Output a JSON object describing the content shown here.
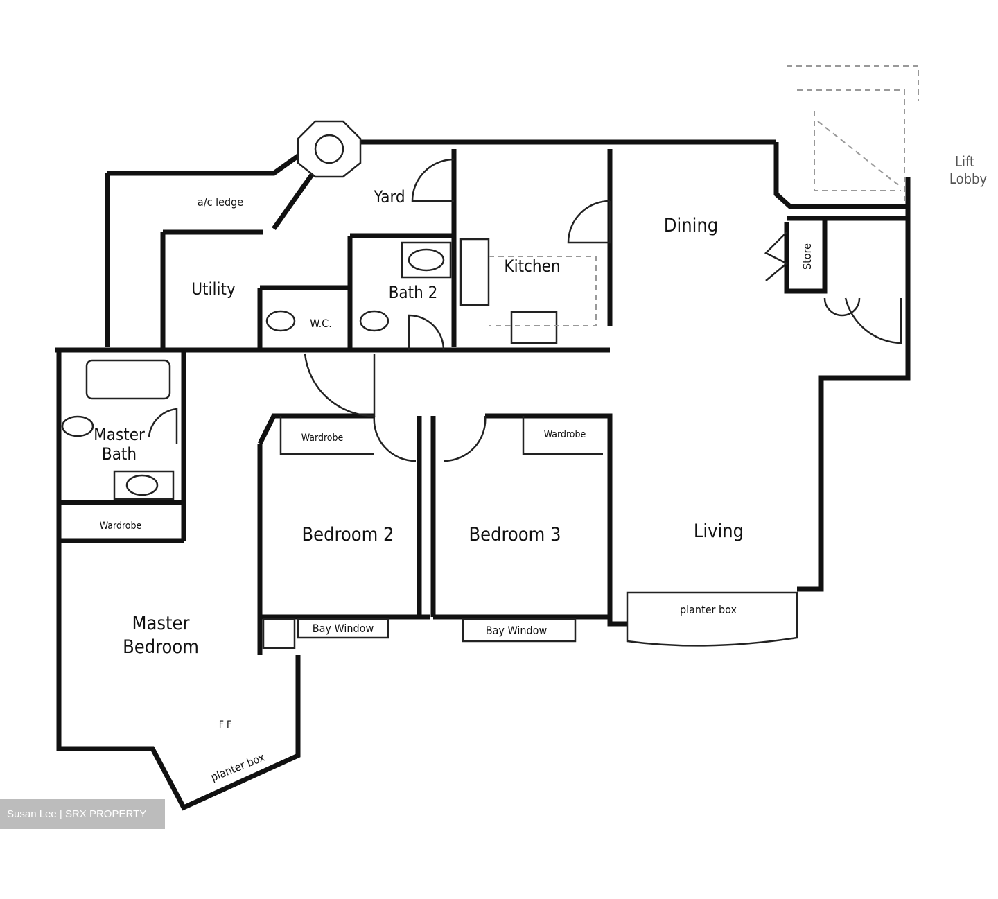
{
  "plan": {
    "rooms": {
      "ac_ledge": "a/c ledge",
      "yard": "Yard",
      "utility": "Utility",
      "wc": "W.C.",
      "bath2": "Bath 2",
      "kitchen": "Kitchen",
      "dining": "Dining",
      "store": "Store",
      "lift_lobby_1": "Lift",
      "lift_lobby_2": "Lobby",
      "master_bath_1": "Master",
      "master_bath_2": "Bath",
      "wardrobe_master": "Wardrobe",
      "wardrobe_bed2": "Wardrobe",
      "wardrobe_bed3": "Wardrobe",
      "bedroom2": "Bedroom 2",
      "bedroom3": "Bedroom 3",
      "living": "Living",
      "master_bedroom_1": "Master",
      "master_bedroom_2": "Bedroom",
      "bay_window_1": "Bay Window",
      "bay_window_2": "Bay Window",
      "planter_box_living": "planter box",
      "planter_box_master": "planter box",
      "ff": "F    F"
    }
  },
  "credit": "Susan Lee | SRX PROPERTY",
  "colors": {
    "wall": "#111111",
    "credit_bg": "#bcbcbc"
  }
}
